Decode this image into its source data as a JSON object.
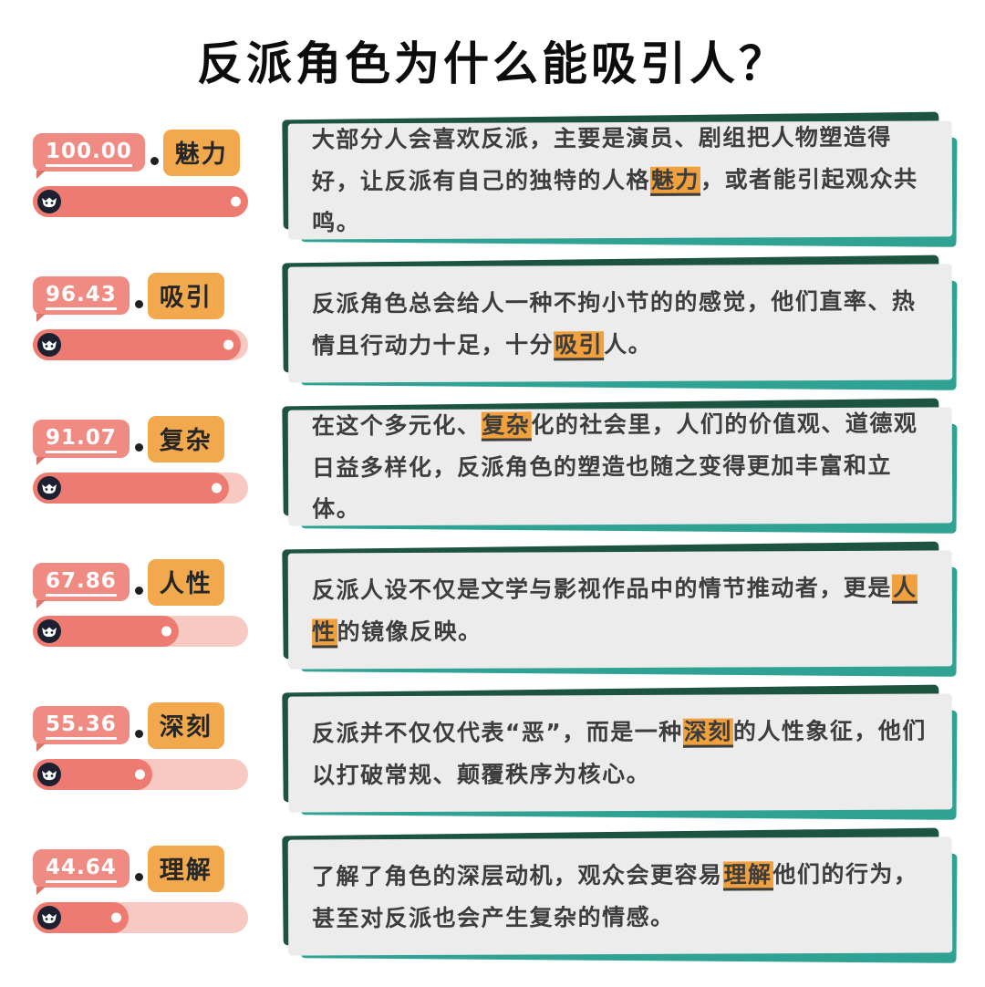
{
  "title": "反派角色为什么能吸引人？",
  "colors": {
    "score_badge": "#ef8b82",
    "keyword_tag": "#f2a84c",
    "bar_track": "#f8c8c2",
    "bar_fill": "#ee7b71",
    "box_background": "#ececec",
    "box_accent_dark_green": "#1d5440",
    "box_accent_teal": "#2fa293",
    "highlight": "#f0a03c"
  },
  "rows": [
    {
      "score": "100.00",
      "keyword": "魅力",
      "percent": 100,
      "text": [
        {
          "t": "大部分人会喜欢反派，主要是演员、剧组把人物塑造得好，让反派有自己的独特的人格",
          "hl": false
        },
        {
          "t": "魅力",
          "hl": true
        },
        {
          "t": "，或者能引起观众共鸣。",
          "hl": false
        }
      ]
    },
    {
      "score": "96.43",
      "keyword": "吸引",
      "percent": 96.43,
      "text": [
        {
          "t": "反派角色总会给人一种不拘小节的的感觉，他们直率、热情且行动力十足，十分",
          "hl": false
        },
        {
          "t": "吸引",
          "hl": true
        },
        {
          "t": "人。",
          "hl": false
        }
      ]
    },
    {
      "score": "91.07",
      "keyword": "复杂",
      "percent": 91.07,
      "text": [
        {
          "t": "在这个多元化、",
          "hl": false
        },
        {
          "t": "复杂",
          "hl": true
        },
        {
          "t": "化的社会里，人们的价值观、道德观日益多样化，反派角色的塑造也随之变得更加丰富和立体。",
          "hl": false
        }
      ]
    },
    {
      "score": "67.86",
      "keyword": "人性",
      "percent": 67.86,
      "text": [
        {
          "t": "反派人设不仅是文学与影视作品中的情节推动者，更是",
          "hl": false
        },
        {
          "t": "人性",
          "hl": true
        },
        {
          "t": "的镜像反映。",
          "hl": false
        }
      ]
    },
    {
      "score": "55.36",
      "keyword": "深刻",
      "percent": 55.36,
      "text": [
        {
          "t": "反派并不仅仅代表“恶”，而是一种",
          "hl": false
        },
        {
          "t": "深刻",
          "hl": true
        },
        {
          "t": "的人性象征，他们以打破常规、颠覆秩序为核心。",
          "hl": false
        }
      ]
    },
    {
      "score": "44.64",
      "keyword": "理解",
      "percent": 44.64,
      "text": [
        {
          "t": "了解了角色的深层动机，观众会更容易",
          "hl": false
        },
        {
          "t": "理解",
          "hl": true
        },
        {
          "t": "他们的行为，甚至对反派也会产生复杂的情感。",
          "hl": false
        }
      ]
    }
  ],
  "chart_data": {
    "type": "bar",
    "orientation": "horizontal",
    "title": "反派角色为什么能吸引人？",
    "categories": [
      "魅力",
      "吸引",
      "复杂",
      "人性",
      "深刻",
      "理解"
    ],
    "values": [
      100.0,
      96.43,
      91.07,
      67.86,
      55.36,
      44.64
    ],
    "value_range": [
      0,
      100
    ],
    "legend": "none",
    "grid": false
  }
}
